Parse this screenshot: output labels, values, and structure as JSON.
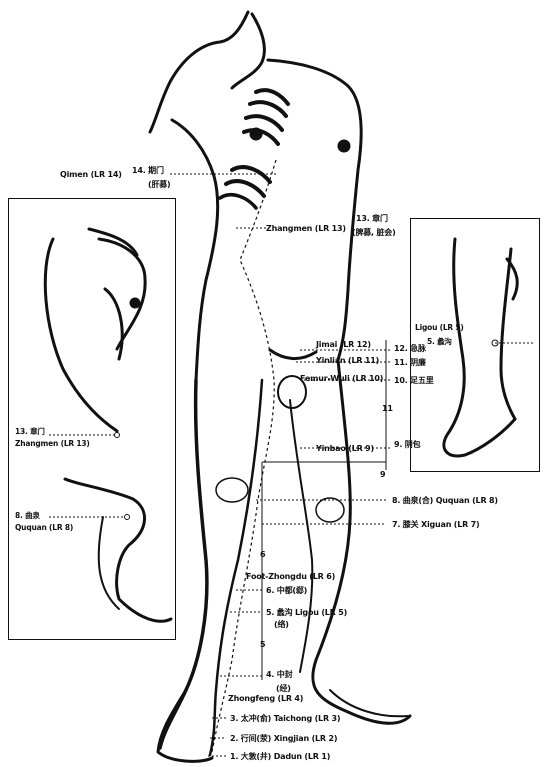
{
  "labels": {
    "qimen_en": "Qimen (LR 14)",
    "qimen_cn": "14. 期门",
    "qimen_sub": "(肝募)",
    "zhangmen_en": "Zhangmen (LR 13)",
    "zhangmen_cn": "13. 章门",
    "zhangmen_sub": "(脾募, 脏会)",
    "jimai": "Jimai (LR 12)",
    "jimai_cn": "12. 急脉",
    "yinlian": "Yinlian (LR 11)",
    "yinlian_cn": "11. 阴廉",
    "zuwuli": "Femur-Wuli (LR 10)",
    "zuwuli_cn": "10. 足五里",
    "yinbao": "Yinbao (LR 9)",
    "yinbao_cn": "9. 阴包",
    "ququan_r": "8. 曲泉(合) Ququan (LR 8)",
    "xiguan": "7. 膝关 Xiguan (LR 7)",
    "zhongdu": "Foot-Zhongdu (LR 6)",
    "zhongdu_cn": "6. 中都(郄)",
    "ligou": "5. 蠡沟 Ligou (LR 5)",
    "ligou_sub": "(络)",
    "zhongfeng_cn": "4. 中封",
    "zhongfeng_sub": "(经)",
    "zhongfeng_en": "Zhongfeng (LR 4)",
    "taichong": "3. 太冲(俞) Taichong (LR 3)",
    "xingjian": "2. 行间(荥) Xingjian (LR 2)",
    "dadun": "1. 大敦(井) Dadun (LR 1)",
    "seg_11": "11",
    "seg_9": "9",
    "seg_6": "6",
    "seg_5": "5",
    "panel_left_cn": "13. 章门",
    "panel_left_en": "Zhangmen (LR 13)",
    "panel_left_q_cn": "8. 曲泉",
    "panel_left_q_en": "Ququan (LR 8)",
    "panel_right_en": "Ligou (LR 5)",
    "panel_right_cn": "5. 蠡沟"
  }
}
